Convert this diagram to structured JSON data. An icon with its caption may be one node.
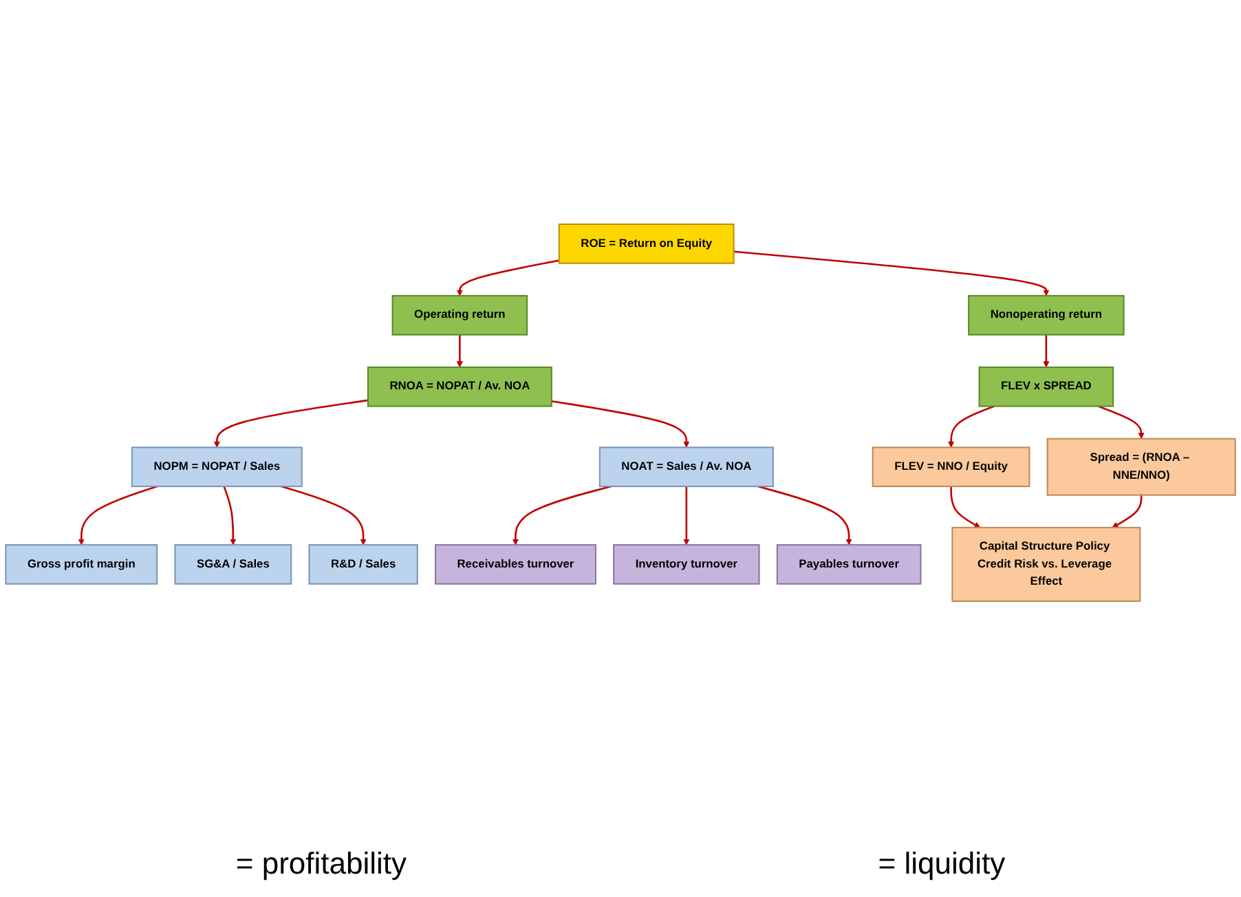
{
  "diagram": {
    "nodes": [
      {
        "text": [
          "ROE = Return on Equity"
        ]
      },
      {
        "text": [
          "Operating return"
        ]
      },
      {
        "text": [
          "Nonoperating return"
        ]
      },
      {
        "text": [
          "RNOA = NOPAT / Av. NOA"
        ]
      },
      {
        "text": [
          "FLEV x SPREAD"
        ]
      },
      {
        "text": [
          "NOPM = NOPAT / Sales"
        ]
      },
      {
        "text": [
          "NOAT = Sales / Av. NOA"
        ]
      },
      {
        "text": [
          "FLEV = NNO / Equity"
        ]
      },
      {
        "text": [
          "Spread = (RNOA – NNE/NNO)"
        ]
      },
      {
        "text": [
          "Gross profit margin"
        ]
      },
      {
        "text": [
          "SG&A / Sales"
        ]
      },
      {
        "text": [
          "R&D / Sales"
        ]
      },
      {
        "text": [
          "Receivables turnover"
        ]
      },
      {
        "text": [
          "Inventory turnover"
        ]
      },
      {
        "text": [
          "Payables turnover"
        ]
      },
      {
        "text": [
          "Capital Structure Policy Credit Risk vs. Leverage Effect"
        ]
      }
    ],
    "edges": [
      {
        "from": 0,
        "to": 1,
        "arrow": "to"
      },
      {
        "from": 0,
        "to": 2,
        "arrow": "to"
      },
      {
        "from": 1,
        "to": 3,
        "arrow": "to"
      },
      {
        "from": 2,
        "to": 4,
        "arrow": "to"
      },
      {
        "from": 3,
        "to": 5,
        "arrow": "to"
      },
      {
        "from": 3,
        "to": 6,
        "arrow": "to"
      },
      {
        "from": 4,
        "to": 7,
        "arrow": "to"
      },
      {
        "from": 4,
        "to": 8,
        "arrow": "to"
      },
      {
        "from": 5,
        "to": 9,
        "arrow": "to"
      },
      {
        "from": 5,
        "to": 10,
        "arrow": "to"
      },
      {
        "from": 5,
        "to": 11,
        "arrow": "to"
      },
      {
        "from": 6,
        "to": 12,
        "arrow": "to"
      },
      {
        "from": 6,
        "to": 13,
        "arrow": "to"
      },
      {
        "from": 6,
        "to": 14,
        "arrow": "to"
      },
      {
        "from": 7,
        "to": 15,
        "arrow": "to"
      },
      {
        "from": 8,
        "to": 15,
        "arrow": "to"
      }
    ],
    "labels": [
      "= profitability",
      "= liquidity"
    ]
  }
}
